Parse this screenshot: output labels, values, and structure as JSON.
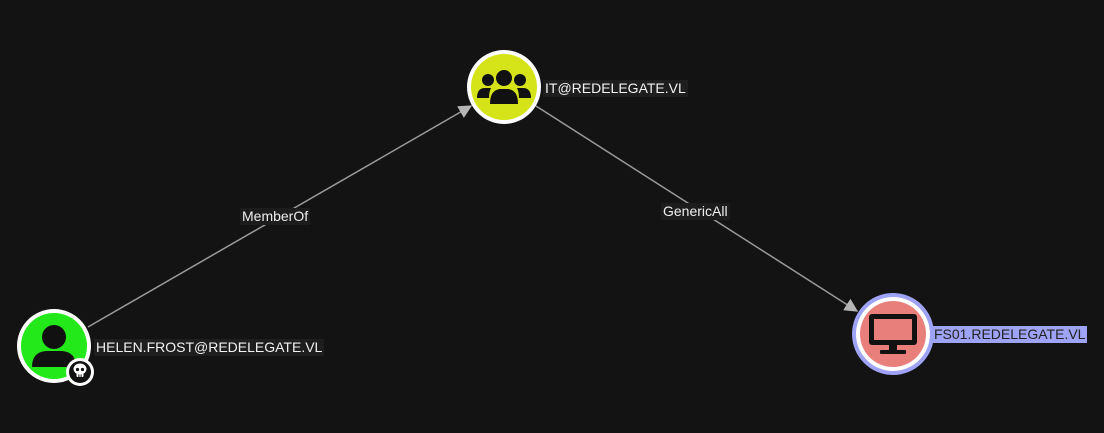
{
  "graph": {
    "nodes": {
      "user": {
        "label": "HELEN.FROST@REDELEGATE.VL",
        "icon": "user-icon",
        "badge": "skull-icon",
        "fill": "#23e81a"
      },
      "group": {
        "label": "IT@REDELEGATE.VL",
        "icon": "group-icon",
        "fill": "#d5e418"
      },
      "computer": {
        "label": "FS01.REDELEGATE.VL",
        "icon": "computer-icon",
        "fill": "#e97f7a",
        "ring": "#9fa3f5"
      }
    },
    "edges": {
      "memberof": {
        "label": "MemberOf",
        "from": "user",
        "to": "group"
      },
      "genericall": {
        "label": "GenericAll",
        "from": "group",
        "to": "computer"
      }
    }
  }
}
